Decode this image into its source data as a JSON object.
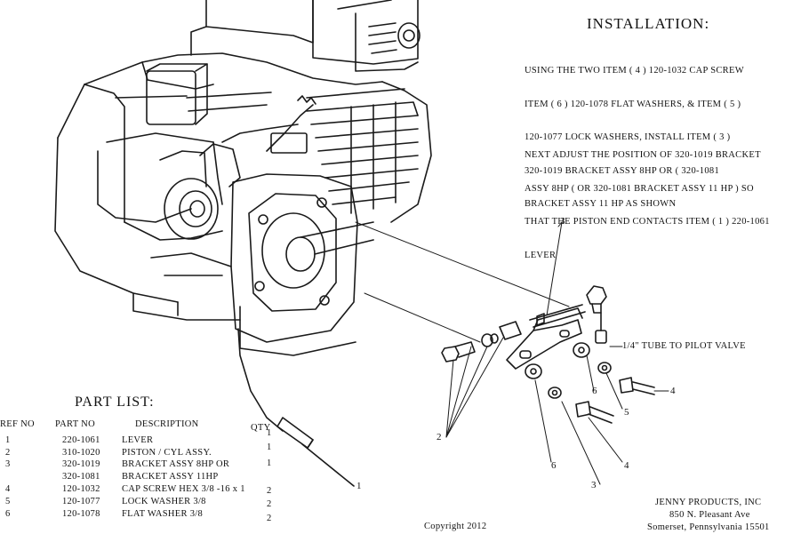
{
  "installation": {
    "title": "INSTALLATION:",
    "paragraph1": [
      "USING THE TWO ITEM ( 4 ) 120-1032 CAP SCREW",
      "ITEM ( 6 ) 120-1078 FLAT WASHERS, & ITEM ( 5 )",
      "120-1077 LOCK WASHERS, INSTALL ITEM ( 3 )",
      "320-1019 BRACKET ASSY 8HP OR ( 320-1081",
      "BRACKET ASSY 11 HP AS SHOWN"
    ],
    "paragraph2": [
      "NEXT ADJUST THE POSITION OF 320-1019 BRACKET",
      "ASSY 8HP ( OR 320-1081 BRACKET ASSY 11 HP ) SO",
      "THAT THE PISTON END CONTACTS ITEM ( 1 ) 220-1061",
      "LEVER"
    ]
  },
  "part_list": {
    "title": "PART LIST:",
    "headers": {
      "ref_no": "REF NO",
      "part_no": "PART NO",
      "description": "DESCRIPTION",
      "qty": "QTY"
    },
    "rows": [
      {
        "ref": "1",
        "part": "220-1061",
        "desc": "LEVER",
        "qty": "1"
      },
      {
        "ref": "2",
        "part": "310-1020",
        "desc": "PISTON / CYL ASSY.",
        "qty": "1"
      },
      {
        "ref": "3",
        "part": "320-1019",
        "desc": "BRACKET ASSY 8HP OR",
        "qty": "1"
      },
      {
        "ref": "",
        "part": "320-1081",
        "desc": "BRACKET ASSY 11HP",
        "qty": ""
      },
      {
        "ref": "4",
        "part": "120-1032",
        "desc": "CAP SCREW HEX 3/8 -16 x 1",
        "qty": "2"
      },
      {
        "ref": "5",
        "part": "120-1077",
        "desc": "LOCK WASHER 3/8",
        "qty": "2"
      },
      {
        "ref": "6",
        "part": "120-1078",
        "desc": "FLAT WASHER 3/8",
        "qty": "2"
      }
    ]
  },
  "callouts": {
    "c1": "1",
    "c2": "2",
    "c3a": "3",
    "c3b": "3",
    "c4a": "4",
    "c4b": "4",
    "c5": "5",
    "c6a": "6",
    "c6b": "6",
    "tube_label": "1/4\" TUBE TO PILOT VALVE"
  },
  "footer": {
    "company": "JENNY PRODUCTS, INC",
    "address": "850 N. Pleasant Ave",
    "city": "Somerset, Pennsylvania 15501",
    "copyright": "Copyright 2012"
  }
}
